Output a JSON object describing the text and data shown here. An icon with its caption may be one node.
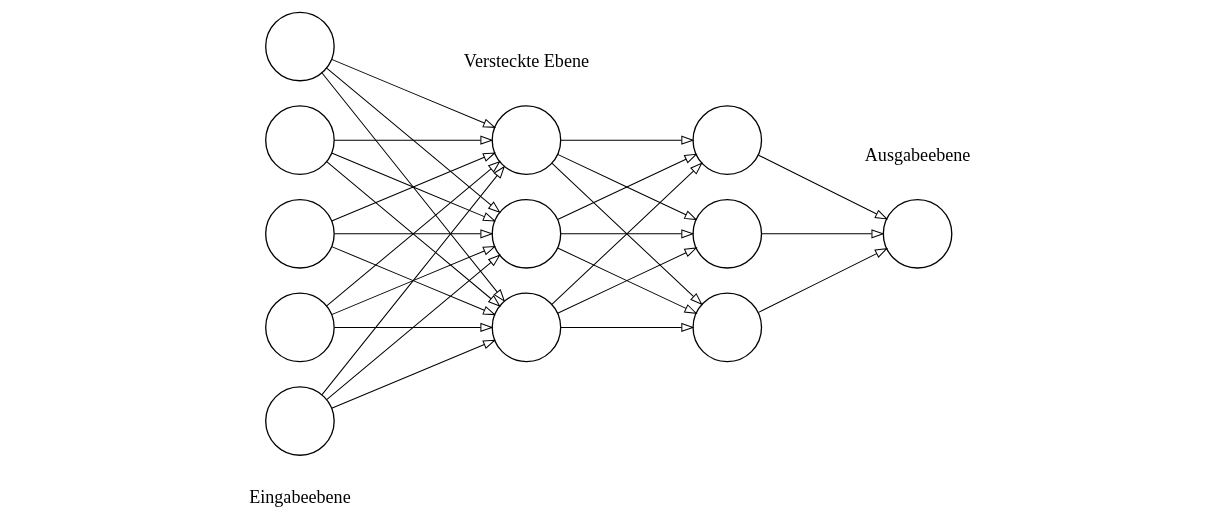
{
  "diagram": {
    "nodes": [
      {
        "text": [],
        "shape": "circle"
      },
      {
        "text": [],
        "shape": "circle"
      },
      {
        "text": [],
        "shape": "circle"
      },
      {
        "text": [],
        "shape": "circle"
      },
      {
        "text": [],
        "shape": "circle"
      },
      {
        "text": [],
        "shape": "circle"
      },
      {
        "text": [],
        "shape": "circle"
      },
      {
        "text": [],
        "shape": "circle"
      },
      {
        "text": [],
        "shape": "circle"
      },
      {
        "text": [],
        "shape": "circle"
      },
      {
        "text": [],
        "shape": "circle"
      },
      {
        "text": [],
        "shape": "circle"
      }
    ],
    "edges": [
      {
        "from": 0,
        "to": 5,
        "arrow": "to"
      },
      {
        "from": 0,
        "to": 6,
        "arrow": "to"
      },
      {
        "from": 0,
        "to": 7,
        "arrow": "to"
      },
      {
        "from": 1,
        "to": 5,
        "arrow": "to"
      },
      {
        "from": 1,
        "to": 6,
        "arrow": "to"
      },
      {
        "from": 1,
        "to": 7,
        "arrow": "to"
      },
      {
        "from": 2,
        "to": 5,
        "arrow": "to"
      },
      {
        "from": 2,
        "to": 6,
        "arrow": "to"
      },
      {
        "from": 2,
        "to": 7,
        "arrow": "to"
      },
      {
        "from": 3,
        "to": 5,
        "arrow": "to"
      },
      {
        "from": 3,
        "to": 6,
        "arrow": "to"
      },
      {
        "from": 3,
        "to": 7,
        "arrow": "to"
      },
      {
        "from": 4,
        "to": 5,
        "arrow": "to"
      },
      {
        "from": 4,
        "to": 6,
        "arrow": "to"
      },
      {
        "from": 4,
        "to": 7,
        "arrow": "to"
      },
      {
        "from": 5,
        "to": 8,
        "arrow": "to"
      },
      {
        "from": 5,
        "to": 9,
        "arrow": "to"
      },
      {
        "from": 5,
        "to": 10,
        "arrow": "to"
      },
      {
        "from": 6,
        "to": 8,
        "arrow": "to"
      },
      {
        "from": 6,
        "to": 9,
        "arrow": "to"
      },
      {
        "from": 6,
        "to": 10,
        "arrow": "to"
      },
      {
        "from": 7,
        "to": 8,
        "arrow": "to"
      },
      {
        "from": 7,
        "to": 9,
        "arrow": "to"
      },
      {
        "from": 7,
        "to": 10,
        "arrow": "to"
      },
      {
        "from": 8,
        "to": 11,
        "arrow": "to"
      },
      {
        "from": 9,
        "to": 11,
        "arrow": "to"
      },
      {
        "from": 10,
        "to": 11,
        "arrow": "to"
      }
    ],
    "labels": [
      "Versteckte Ebene",
      "Eingabeebene",
      "Ausgabeebene"
    ]
  }
}
